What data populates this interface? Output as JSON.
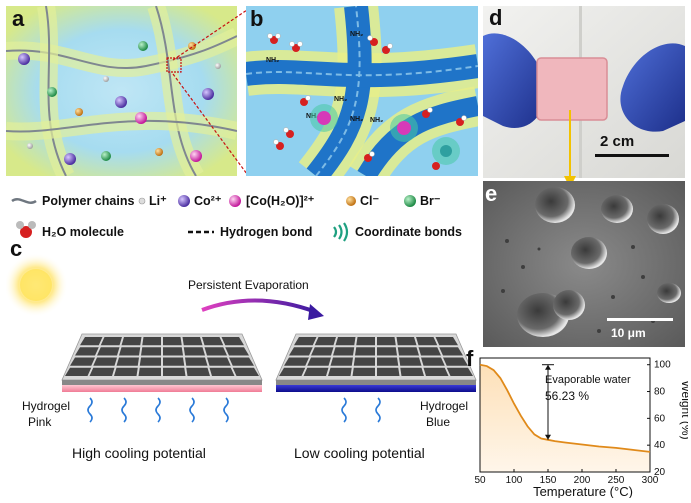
{
  "panels": {
    "a": {
      "label": "a"
    },
    "b": {
      "label": "b"
    },
    "c": {
      "label": "c"
    },
    "d": {
      "label": "d",
      "scale_bar": "2 cm"
    },
    "e": {
      "label": "e",
      "scale_bar": "10 μm"
    },
    "f": {
      "label": "f"
    }
  },
  "legend": {
    "polymer": "Polymer chains",
    "li": "Li⁺",
    "co": "Co²⁺",
    "complex": "[Co(H₂O)]²⁺",
    "cl": "Cl⁻",
    "br": "Br⁻",
    "h2o": "H₂O molecule",
    "hbond": "Hydrogen bond",
    "coord": "Coordinate bonds"
  },
  "panel_b_labels": [
    "NH₂",
    "NH₂",
    "NH₂",
    "NH₂",
    "NH₂",
    "NH₂"
  ],
  "panel_c": {
    "process": "Persistent Evaporation",
    "left_hydrogel": [
      "Hydrogel",
      "Pink"
    ],
    "right_hydrogel": [
      "Hydrogel",
      "Blue"
    ],
    "left_caption": "High cooling potential",
    "right_caption": "Low cooling potential"
  },
  "colors": {
    "pink_gel": "#f6a3b4",
    "blue_gel": "#1a1ab8",
    "curve": "#e08a1a",
    "fill": "#fde7c8"
  },
  "chart_data": {
    "type": "line",
    "xlabel": "Temperature (°C)",
    "ylabel": "Weight (%)",
    "xlim": [
      50,
      300
    ],
    "ylim": [
      20,
      105
    ],
    "xticks": [
      50,
      100,
      150,
      200,
      250,
      300
    ],
    "yticks": [
      20,
      40,
      60,
      80,
      100
    ],
    "x": [
      50,
      60,
      70,
      80,
      90,
      100,
      110,
      120,
      130,
      140,
      150,
      160,
      175,
      200,
      225,
      250,
      275,
      300
    ],
    "y": [
      100,
      99,
      96,
      90,
      81,
      71,
      62,
      54,
      48,
      45,
      44,
      43,
      42,
      40.5,
      39,
      38,
      36.5,
      35
    ],
    "annotation": {
      "label": "Evaporable water",
      "value": "56.23 %"
    }
  }
}
